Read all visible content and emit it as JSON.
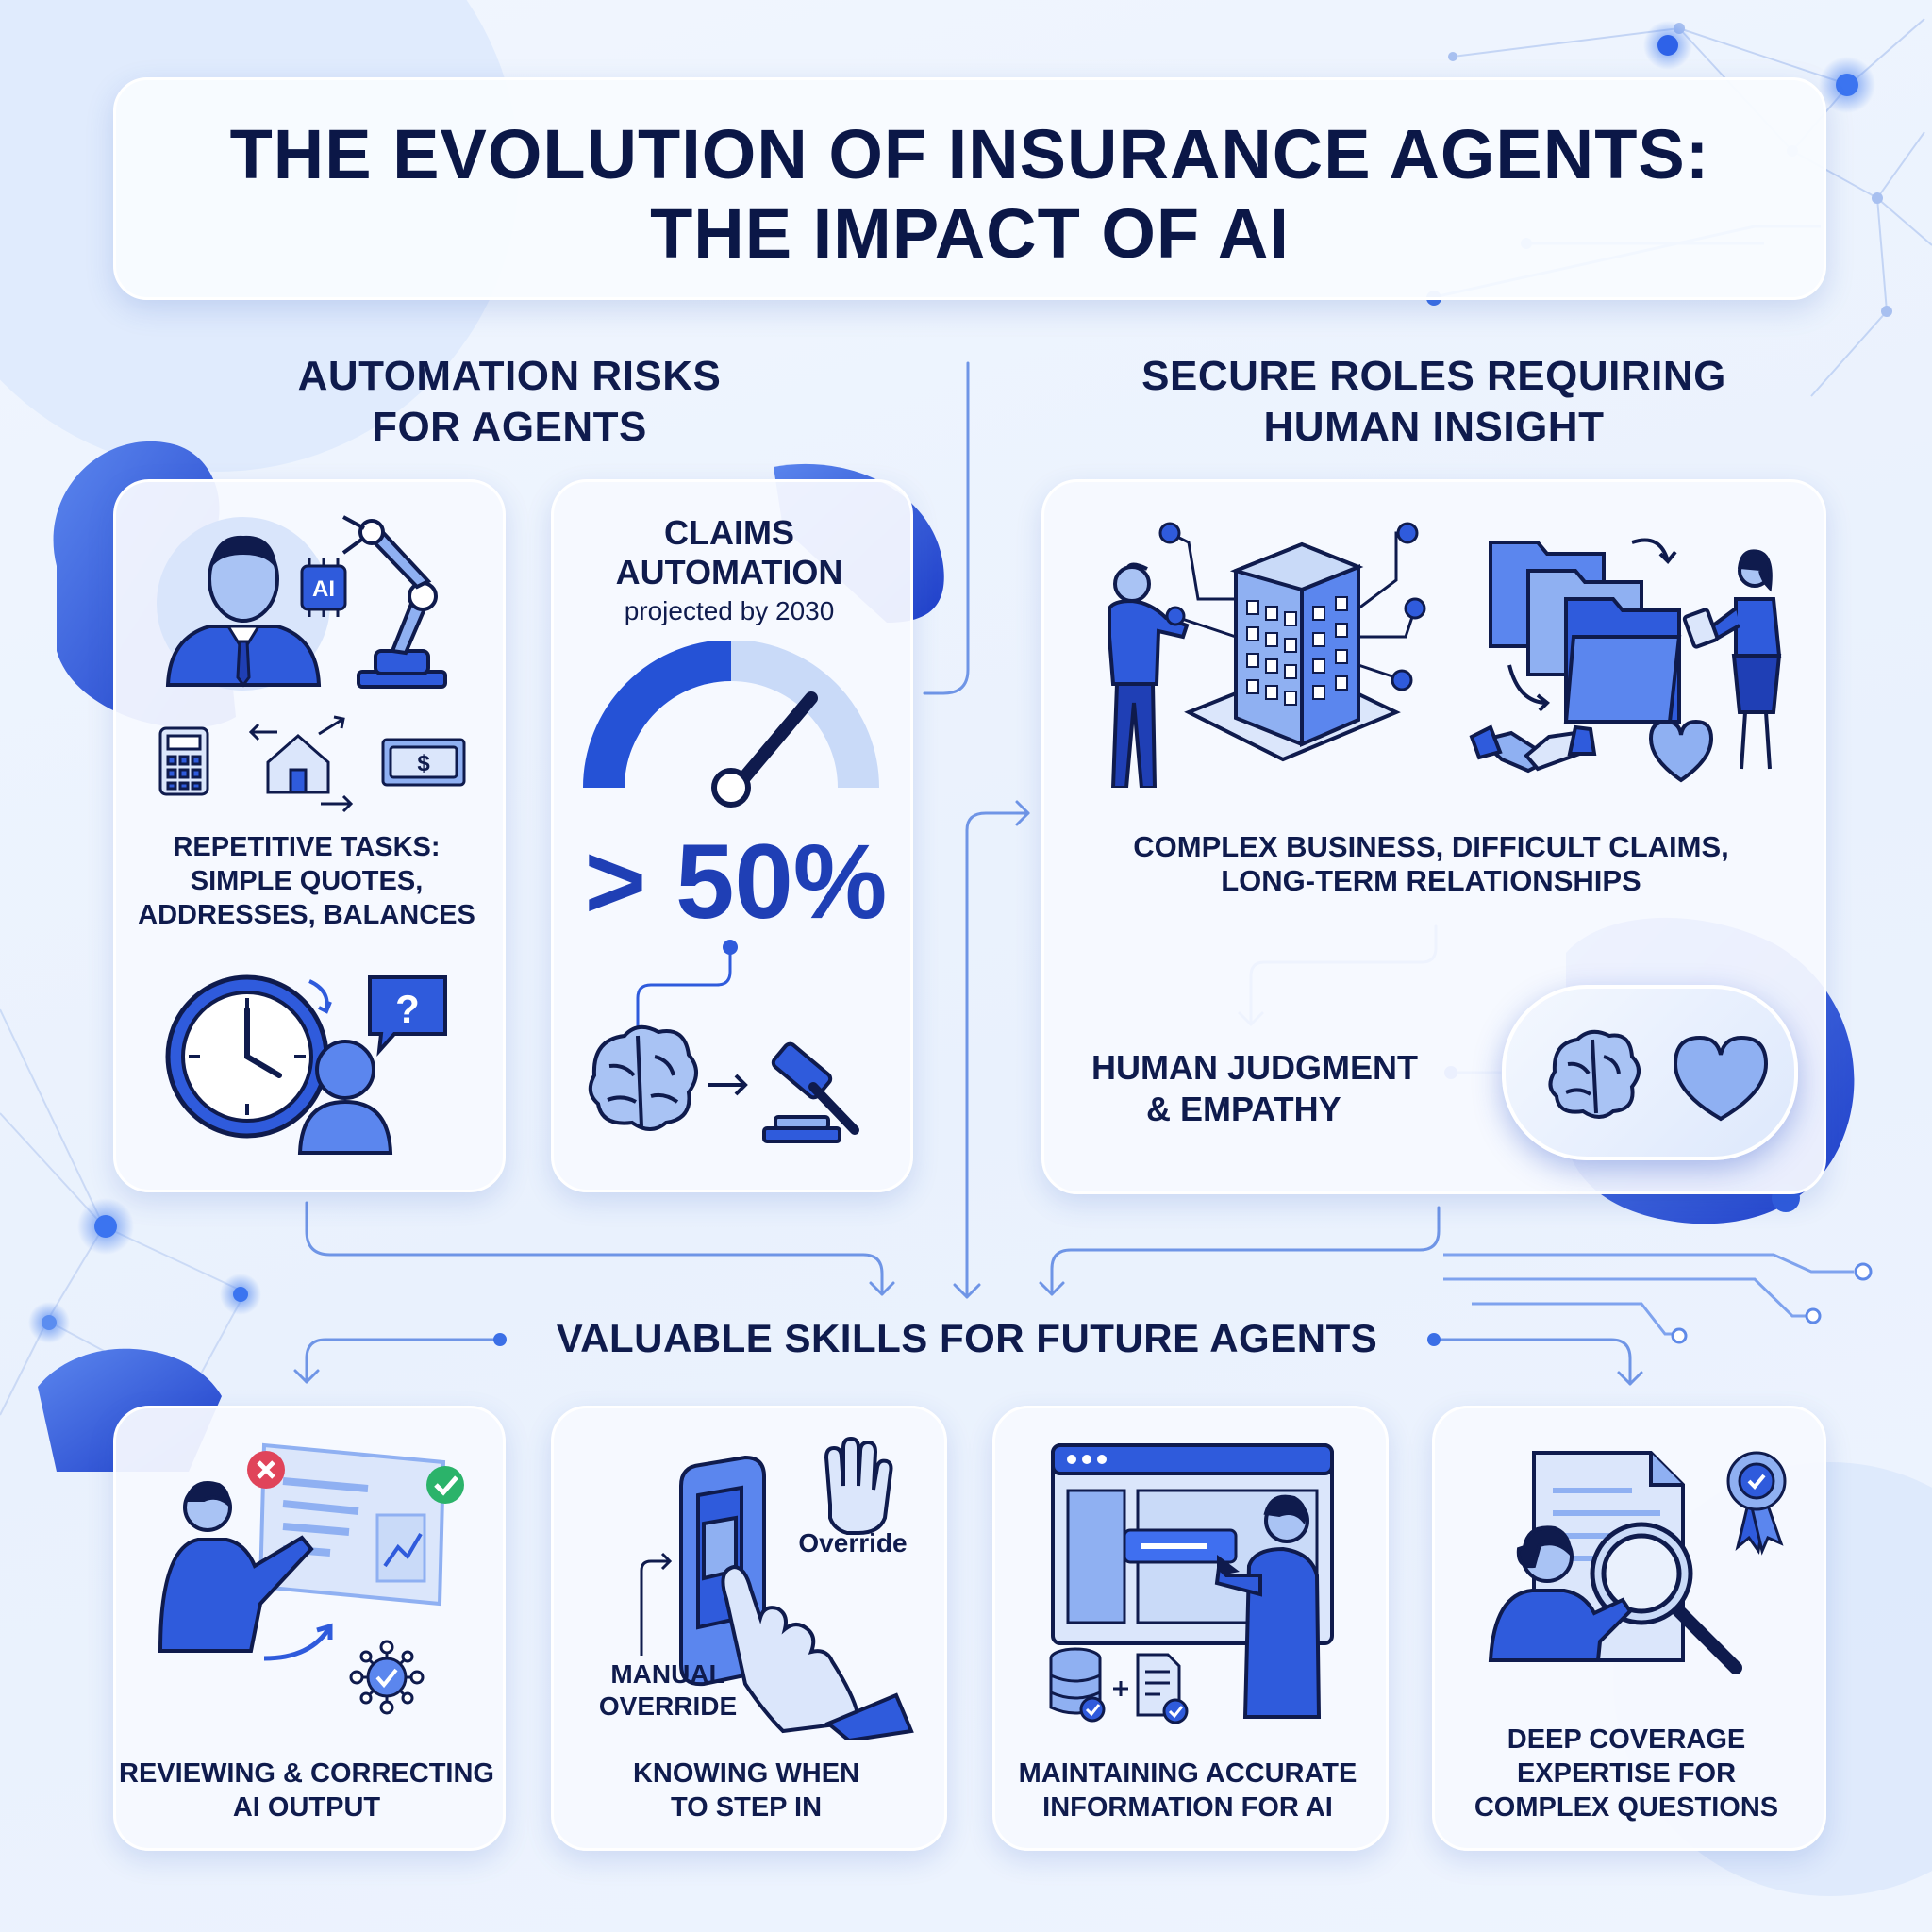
{
  "title": {
    "line1": "THE EVOLUTION OF INSURANCE AGENTS:",
    "line2": "THE IMPACT OF AI"
  },
  "automation_risks": {
    "heading": [
      "AUTOMATION RISKS",
      "FOR AGENTS"
    ],
    "tasks_card": {
      "ai_chip": "AI",
      "caption": [
        "REPETITIVE TASKS:",
        "SIMPLE QUOTES,",
        "ADDRESSES, BALANCES"
      ],
      "question_mark": "?",
      "dollar_sign": "$"
    },
    "claims_card": {
      "heading": [
        "CLAIMS",
        "AUTOMATION"
      ],
      "subheading": "projected by 2030",
      "value": "> 50%",
      "gauge_fill_fraction": 0.5
    }
  },
  "secure_roles": {
    "heading": [
      "SECURE ROLES REQUIRING",
      "HUMAN INSIGHT"
    ],
    "caption": [
      "COMPLEX BUSINESS, DIFFICULT CLAIMS,",
      "LONG-TERM RELATIONSHIPS"
    ],
    "judgment": [
      "HUMAN JUDGMENT",
      "& EMPATHY"
    ]
  },
  "skills": {
    "heading": "VALUABLE SKILLS FOR FUTURE AGENTS",
    "items": [
      {
        "caption": [
          "REVIEWING & CORRECTING",
          "AI OUTPUT"
        ]
      },
      {
        "caption": [
          "KNOWING WHEN",
          "TO STEP IN"
        ],
        "override_label": "Override",
        "manual_label": [
          "MANUAL",
          "OVERRIDE"
        ]
      },
      {
        "caption": [
          "MAINTAINING ACCURATE",
          "INFORMATION FOR AI"
        ]
      },
      {
        "caption": [
          "DEEP COVERAGE",
          "EXPERTISE FOR",
          "COMPLEX QUESTIONS"
        ]
      }
    ]
  },
  "colors": {
    "accent": "#2b56d6",
    "accent_light": "#7fa6f0",
    "navy": "#0f1b4d",
    "background": "#eef4fd"
  }
}
